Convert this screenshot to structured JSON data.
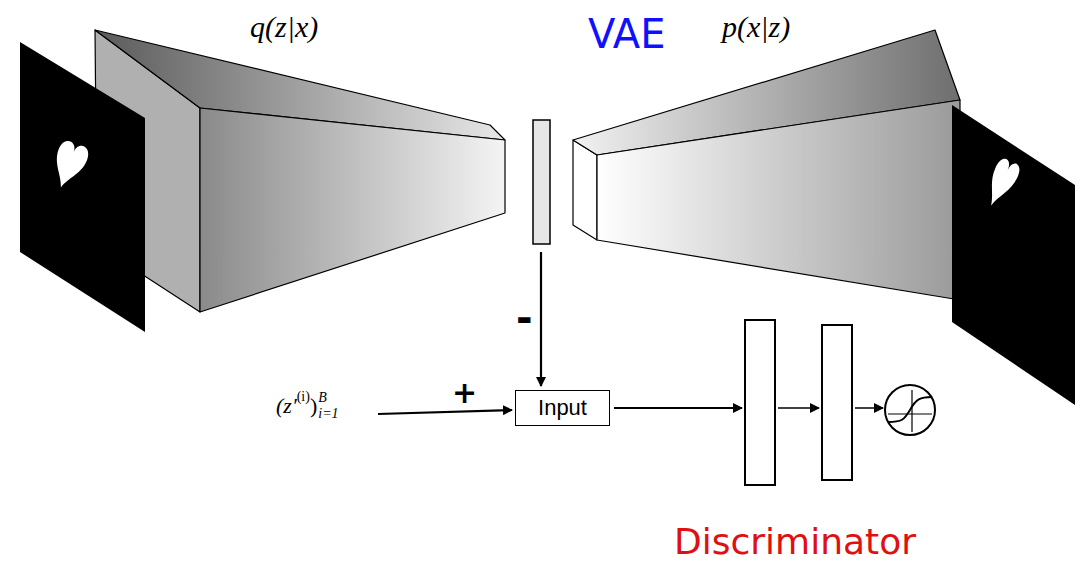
{
  "diagram": {
    "nodes": [
      {
        "text": [
          "Input"
        ]
      }
    ],
    "labels": [
      "q(z|x)",
      "VAE",
      "p(x|z)",
      "-",
      "+",
      "(z′",
      "(i)",
      ")",
      "B",
      "i=1",
      "Discriminator"
    ]
  }
}
